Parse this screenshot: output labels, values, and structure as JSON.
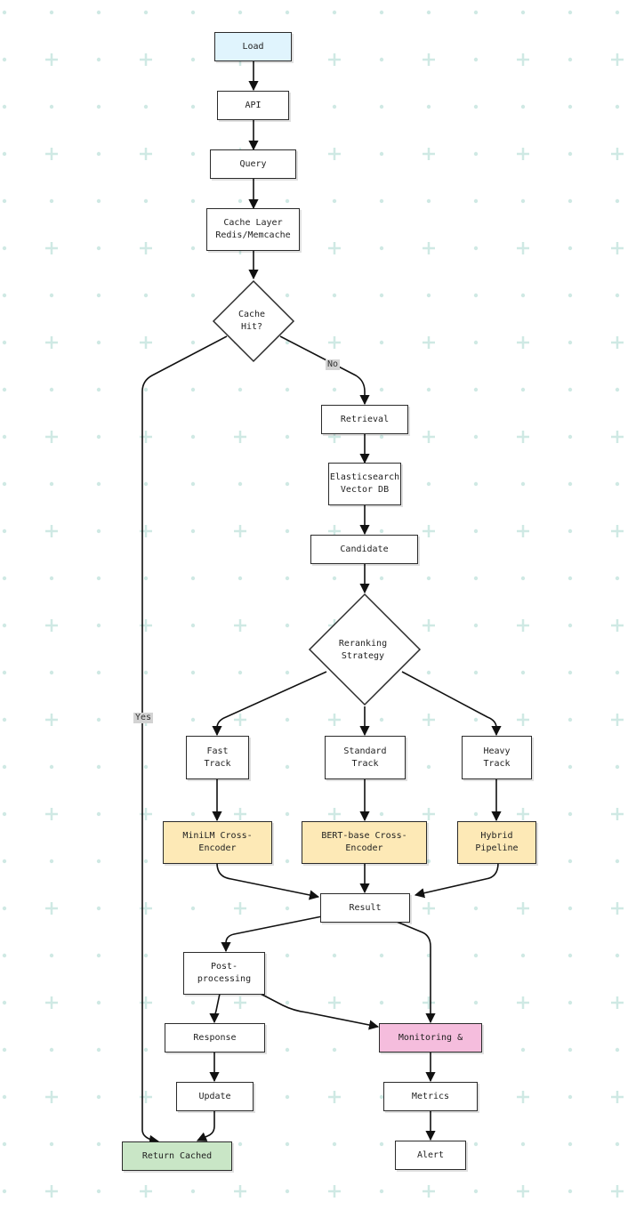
{
  "colors": {
    "start": "#e0f4fd",
    "model": "#fde9b6",
    "return": "#c9e6c6",
    "monitor": "#f5bddd",
    "line": "#111111",
    "grid": "#cfe9e4"
  },
  "nodes": {
    "load": "Load",
    "api": "API",
    "query": "Query",
    "cache_layer": "Cache Layer\nRedis/Memcache",
    "cache_hit": "Cache\nHit?",
    "retrieval": "Retrieval",
    "elastic": "Elasticsearch\nVector DB",
    "candidate": "Candidate",
    "strategy": "Reranking\nStrategy",
    "fast": "Fast\nTrack",
    "standard": "Standard\nTrack",
    "heavy": "Heavy\nTrack",
    "minilm": "MiniLM Cross-\nEncoder",
    "bert": "BERT-base Cross-\nEncoder",
    "hybrid": "Hybrid\nPipeline",
    "result": "Result",
    "post": "Post-\nprocessing",
    "response": "Response",
    "monitoring": "Monitoring &",
    "update": "Update",
    "metrics": "Metrics",
    "return_cached": "Return Cached",
    "alert": "Alert"
  },
  "edges": {
    "no": "No",
    "yes": "Yes"
  }
}
